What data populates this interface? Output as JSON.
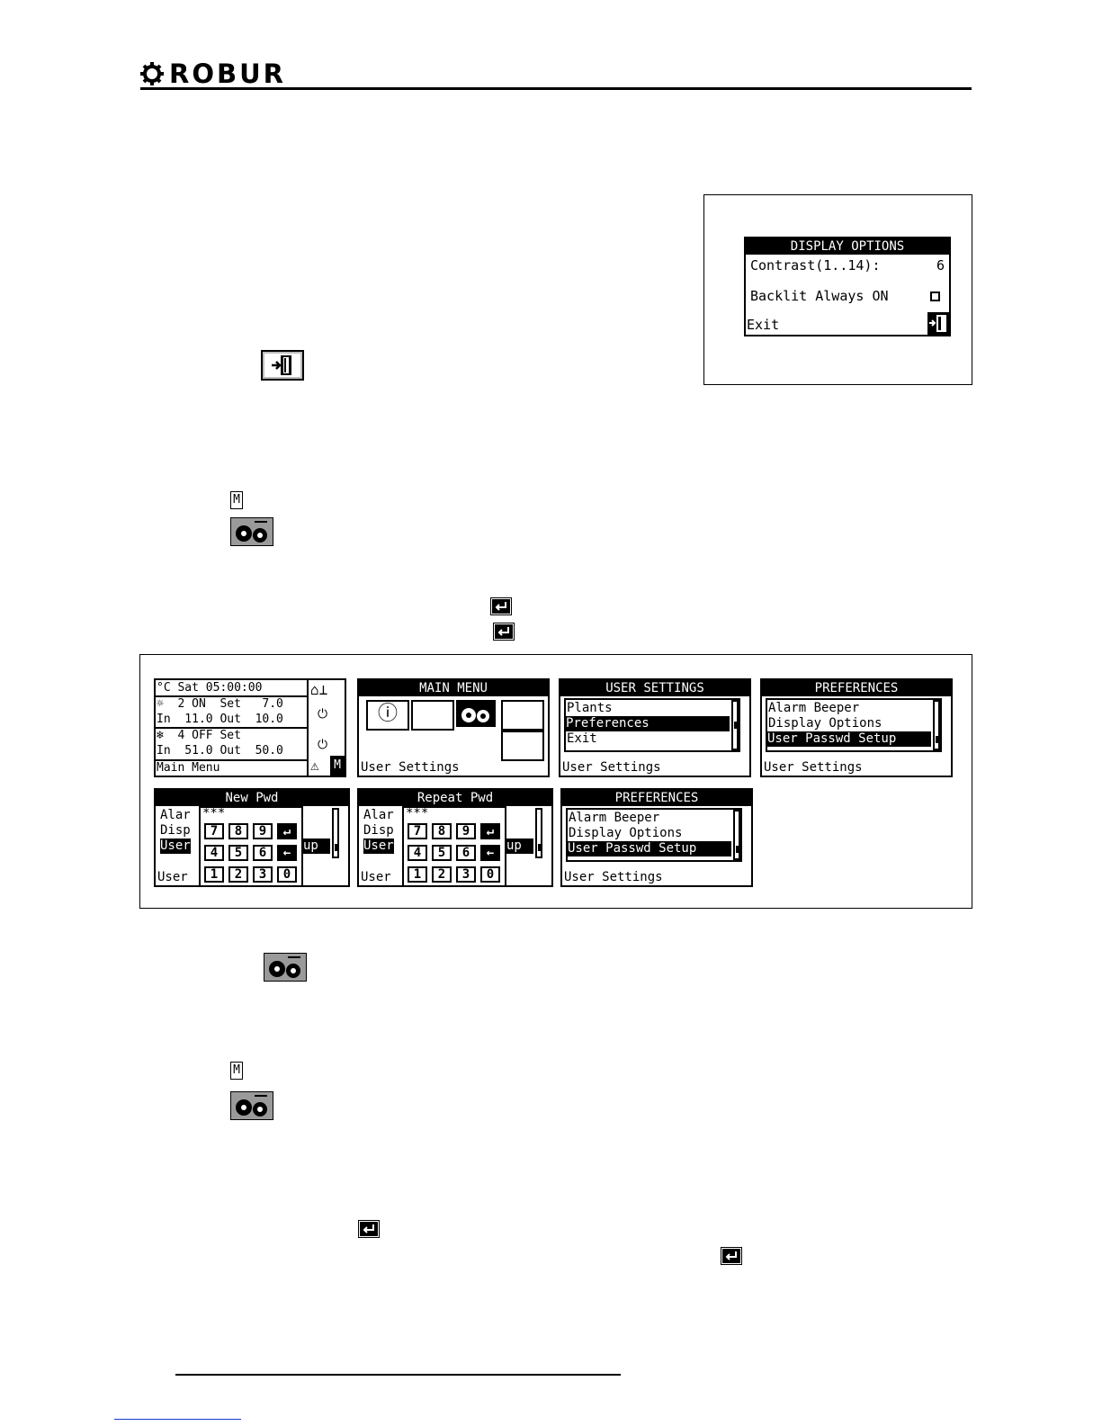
{
  "header": {
    "brand": "ROBUR"
  },
  "display_options": {
    "title": "DISPLAY OPTIONS",
    "contrast_label": "Contrast(1..14):",
    "contrast_value": "6",
    "backlit_label": "Backlit Always ON",
    "exit_label": "Exit"
  },
  "screens": {
    "home": {
      "line1": "°C Sat 05:00:00",
      "line2": "☼  2 ON  Set   7.0",
      "line3": "In  11.0 Out  10.0",
      "line4": "❄  4 OFF Set",
      "line5": "In  51.0 Out  50.0",
      "footer": "Main Menu",
      "m_key": "M"
    },
    "main_menu": {
      "title": "MAIN MENU",
      "footer": "User Settings"
    },
    "user_settings": {
      "title": "USER SETTINGS",
      "items": [
        "Plants",
        "Preferences",
        "Exit"
      ],
      "footer": "User Settings"
    },
    "preferences_1": {
      "title": "PREFERENCES",
      "items": [
        "Alarm Beeper",
        "Display Options",
        "User Passwd Setup"
      ],
      "footer": "User Settings"
    },
    "new_pwd": {
      "title": "New Pwd",
      "masked": "***",
      "behind": [
        "Alar",
        "Disp",
        "User"
      ],
      "behind_tail": "up",
      "footer": "User",
      "keys": [
        "7",
        "8",
        "9",
        "↵",
        "4",
        "5",
        "6",
        "←",
        "1",
        "2",
        "3",
        "0"
      ]
    },
    "repeat_pwd": {
      "title": "Repeat Pwd",
      "masked": "***",
      "behind": [
        "Alar",
        "Disp",
        "User"
      ],
      "behind_tail": "up",
      "footer": "User",
      "keys": [
        "7",
        "8",
        "9",
        "↵",
        "4",
        "5",
        "6",
        "←",
        "1",
        "2",
        "3",
        "0"
      ]
    },
    "preferences_2": {
      "title": "PREFERENCES",
      "items": [
        "Alarm Beeper",
        "Display Options",
        "User Passwd Setup"
      ],
      "footer": "User Settings"
    }
  },
  "icons": {
    "m_key": "M",
    "exit": "exit-door-icon",
    "gear": "user-settings-gears-icon",
    "enter": "enter-key-icon"
  }
}
